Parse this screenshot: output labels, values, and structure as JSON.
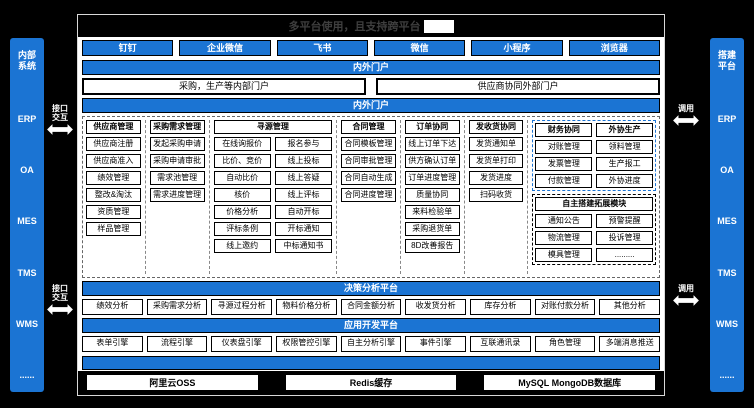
{
  "title": {
    "text": "多平台使用，且支持跨平台",
    "redacted_box": true
  },
  "colors": {
    "accent": "#1b74d3",
    "page_bg": "#000000",
    "title_text": "#3f3f3f"
  },
  "left_panel": {
    "title": "内部系统",
    "items": [
      "ERP",
      "OA",
      "MES",
      "TMS",
      "WMS",
      "......"
    ]
  },
  "right_panel": {
    "title": "搭建平台",
    "items": [
      "ERP",
      "OA",
      "MES",
      "TMS",
      "WMS",
      "......"
    ]
  },
  "connectors": {
    "left_top_label": "接口交互",
    "left_bottom_label": "接口交互",
    "right_top_label": "调用",
    "right_bottom_label": "调用",
    "arrow_icon": "double-arrow"
  },
  "apps": [
    "钉钉",
    "企业微信",
    "飞书",
    "微信",
    "小程序",
    "浏览器"
  ],
  "portal_section": {
    "bar1": "内外门户",
    "portals": [
      "采购，生产等内部门户",
      "供应商协同外部门户"
    ],
    "bar2": "内外门户"
  },
  "modules": {
    "columns": [
      {
        "header": "供应商管理",
        "items": [
          "供应商注册",
          "供应商准入",
          "绩效管理",
          "整改&淘汰",
          "资质管理",
          "样品管理"
        ]
      },
      {
        "header": "采购需求管理",
        "items": [
          "发起采购申请",
          "采购申请审批",
          "需求池管理",
          "需求进度管理"
        ]
      },
      {
        "header": "寻源管理",
        "span": 2,
        "subcolumns": [
          [
            "在线询报价",
            "比价、竞价",
            "自动比价",
            "核价",
            "价格分析",
            "评标条例",
            "线上邀约"
          ],
          [
            "报名参与",
            "线上投标",
            "线上答疑",
            "线上评标",
            "自动开标",
            "开标通知",
            "中标通知书"
          ]
        ]
      },
      {
        "header": "合同管理",
        "items": [
          "合同模板管理",
          "合同审批管理",
          "合同自动生成",
          "合同进度管理"
        ]
      },
      {
        "header": "订单协同",
        "items": [
          "线上订单下达",
          "供方确认订单",
          "订单进度管理",
          "质量协同",
          "来料检验单",
          "采购退货单",
          "8D改善报告"
        ]
      },
      {
        "header": "发收货协同",
        "items": [
          "发货通知单",
          "发货单打印",
          "发货进度",
          "扫码收货"
        ]
      }
    ],
    "collab_group": {
      "columns": [
        {
          "header": "财务协同",
          "items": [
            "对账管理",
            "发票管理",
            "付款管理"
          ]
        },
        {
          "header": "外协生产",
          "items": [
            "领料管理",
            "生产报工",
            "外协进度"
          ]
        }
      ]
    },
    "extension": {
      "header": "自主搭建拓展模块",
      "items": [
        "通知公告",
        "预警提醒",
        "物流管理",
        "投诉管理",
        "模具管理",
        "........."
      ]
    }
  },
  "decision": {
    "title": "决策分析平台",
    "items": [
      "绩效分析",
      "采购需求分析",
      "寻源过程分析",
      "物料价格分析",
      "合同金额分析",
      "收发货分析",
      "库存分析",
      "对账付款分析",
      "其他分析"
    ]
  },
  "appdev": {
    "title": "应用开发平台",
    "items": [
      "表单引擎",
      "流程引擎",
      "仪表盘引擎",
      "权限管控引擎",
      "自主分析引擎",
      "事件引擎",
      "互联通讯录",
      "角色管理",
      "多端消息推送"
    ]
  },
  "storage": {
    "items": [
      "阿里云OSS",
      "Redis缓存",
      "MySQL MongoDB数据库"
    ]
  }
}
